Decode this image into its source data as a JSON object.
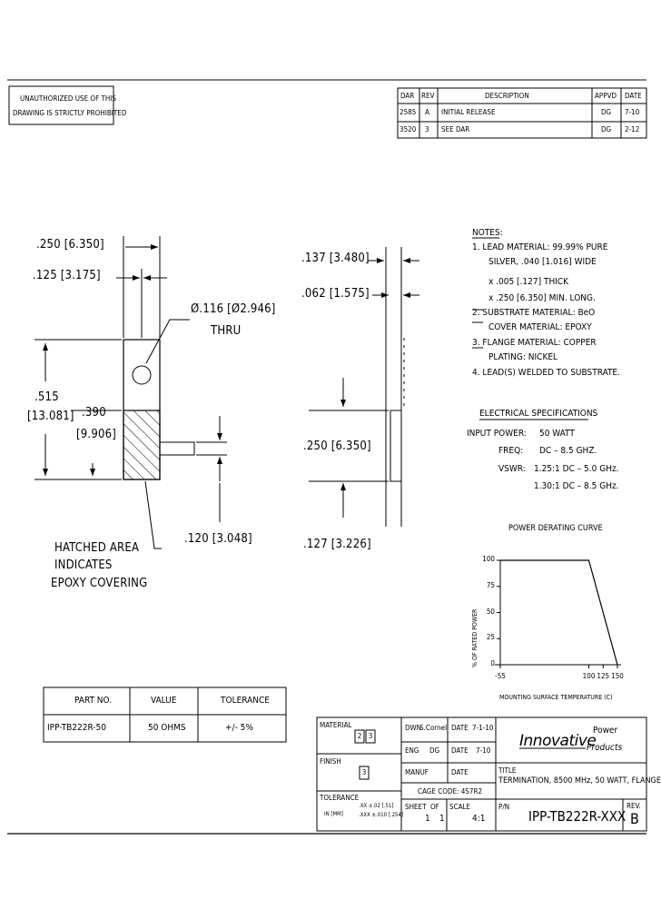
{
  "warning": {
    "line1": "UNAUTHORIZED USE OF THIS",
    "line2": "DRAWING IS STRICTLY PROHIBITED"
  },
  "revision_table": {
    "headers": {
      "dar": "DAR",
      "rev": "REV",
      "description": "DESCRIPTION",
      "appvd": "APPVD",
      "date": "DATE"
    },
    "rows": [
      {
        "dar": "2585",
        "rev": "A",
        "description": "INITIAL RELEASE",
        "appvd": "DG",
        "date": "7-10"
      },
      {
        "dar": "3520",
        "rev": "3",
        "description": "SEE DAR",
        "appvd": "DG",
        "date": "2-12"
      }
    ]
  },
  "front_view": {
    "dim_width": ".250 [6.350]",
    "dim_half_width": ".125 [3.175]",
    "dim_hole": "Ø.116 [Ø2.946]",
    "dim_hole_thru": "THRU",
    "dim_height_in": ".515",
    "dim_height_mm": "[13.081]",
    "dim_sub_in": ".390",
    "dim_sub_mm": "[9.906]",
    "hatch_note_line1": "HATCHED AREA",
    "hatch_note_line2": "INDICATES",
    "hatch_note_line3": "EPOXY COVERING",
    "dim_lead_height": ".120 [3.048]"
  },
  "side_view": {
    "dim_total": ".137 [3.480]",
    "dim_flange": ".062 [1.575]",
    "dim_lead": ".250 [6.350]",
    "dim_bottom": ".127 [3.226]"
  },
  "notes": {
    "heading": "NOTES:",
    "n1a": "1. LEAD MATERIAL: 99.99% PURE",
    "n1b": "SILVER, .040 [1.016] WIDE",
    "n1c": "x .005 [.127] THICK",
    "n1d": "x .250 [6.350] MIN. LONG.",
    "n2a": "2. SUBSTRATE MATERIAL: BeO",
    "n2b": "COVER MATERIAL: EPOXY",
    "n3a": "3. FLANGE MATERIAL: COPPER",
    "n3b": "PLATING: NICKEL",
    "n4": "4. LEAD(S) WELDED TO SUBSTRATE."
  },
  "electrical": {
    "heading": "ELECTRICAL SPECIFICATIONS",
    "input_power_label": "INPUT POWER:",
    "input_power_value": "50 WATT",
    "freq_label": "FREQ:",
    "freq_value": "DC – 8.5 GHZ.",
    "vswr_label": "VSWR:",
    "vswr_value1": "1.25:1 DC – 5.0 GHz.",
    "vswr_value2": "1.30:1 DC – 8.5 GHz."
  },
  "chart_data": {
    "type": "line",
    "title": "POWER DERATING CURVE",
    "xlabel": "MOUNTING SURFACE TEMPERATURE (C)",
    "ylabel": "% OF RATED POWER",
    "x_ticks": [
      "-55",
      "100",
      "125",
      "150"
    ],
    "y_ticks": [
      "100",
      "75",
      "50",
      "25",
      "0"
    ],
    "xlim": [
      -55,
      150
    ],
    "ylim": [
      0,
      100
    ],
    "series": [
      {
        "x": [
          -55,
          100,
          150
        ],
        "y": [
          100,
          100,
          0
        ]
      }
    ]
  },
  "parts_table": {
    "headers": {
      "part": "PART NO.",
      "value": "VALUE",
      "tolerance": "TOLERANCE"
    },
    "row": {
      "part": "IPP-TB222R-50",
      "value": "50 OHMS",
      "tolerance": "+/- 5%"
    }
  },
  "title_block": {
    "material_label": "MATERIAL",
    "material_boxes": [
      "2",
      "3"
    ],
    "finish_label": "FINISH",
    "finish_box": "3",
    "tolerance_label": "TOLERANCE",
    "tol_inch_label": "IN [MM]",
    "tol_xxx": ".XX ±.02 [.51]",
    "tol_xxxx": ".XXX ±.010 [.254]",
    "dwn_label": "DWN",
    "dwn_value": "S.Cornell",
    "dwn_date_label": "DATE",
    "dwn_date": "7-1-10",
    "eng_label": "ENG",
    "eng_value": "DG",
    "eng_date_label": "DATE",
    "eng_date": "7-10",
    "manuf_label": "MANUF",
    "manuf_date_label": "DATE",
    "cage_code": "CAGE CODE: 4S7R2",
    "sheet_label": "SHEET",
    "of_label": "OF",
    "sheet_num": "1",
    "sheet_total": "1",
    "scale_label": "SCALE",
    "scale_value": "4:1",
    "logo_top": "Power",
    "logo_main": "Innovative",
    "logo_sub": "Products",
    "title_label": "TITLE",
    "title_value": "TERMINATION, 8500 MHz, 50 WATT, FLANGE",
    "pn_label": "P/N",
    "pn_value": "IPP-TB222R-XXX",
    "rev_label": "REV.",
    "rev_value": "B"
  }
}
